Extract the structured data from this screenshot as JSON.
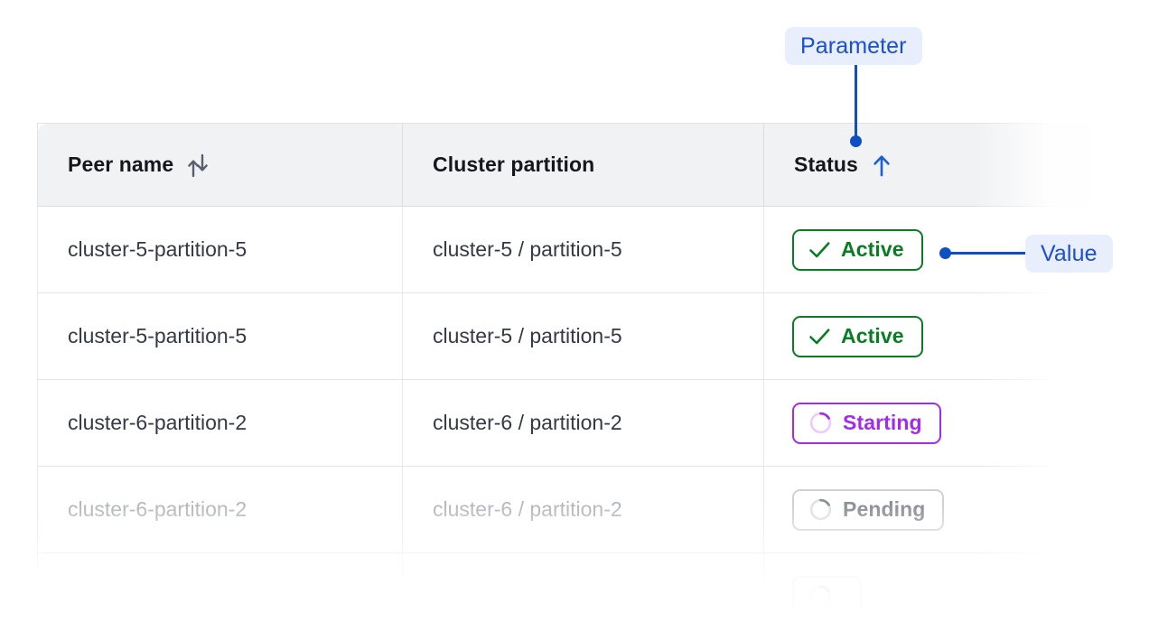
{
  "table": {
    "columns": [
      {
        "key": "peer_name",
        "label": "Peer name",
        "sort_icon": "sort-both-icon",
        "sort_state": "none"
      },
      {
        "key": "cluster_partition",
        "label": "Cluster partition",
        "sort_icon": null,
        "sort_state": "none"
      },
      {
        "key": "status",
        "label": "Status",
        "sort_icon": "arrow-up-icon",
        "sort_state": "ascending"
      }
    ],
    "rows": [
      {
        "peer_name": "cluster-5-partition-5",
        "cluster_partition": "cluster-5 / partition-5",
        "status": {
          "label": "Active",
          "variant": "active",
          "icon": "check-icon"
        },
        "dimmed": false
      },
      {
        "peer_name": "cluster-5-partition-5",
        "cluster_partition": "cluster-5 / partition-5",
        "status": {
          "label": "Active",
          "variant": "active",
          "icon": "check-icon"
        },
        "dimmed": false
      },
      {
        "peer_name": "cluster-6-partition-2",
        "cluster_partition": "cluster-6 / partition-2",
        "status": {
          "label": "Starting",
          "variant": "starting",
          "icon": "spinner-icon"
        },
        "dimmed": false
      },
      {
        "peer_name": "cluster-6-partition-2",
        "cluster_partition": "cluster-6 / partition-2",
        "status": {
          "label": "Pending",
          "variant": "pending",
          "icon": "spinner-icon"
        },
        "dimmed": true
      },
      {
        "peer_name": "",
        "cluster_partition": "",
        "status": {
          "label": "",
          "variant": "pending",
          "icon": "spinner-icon"
        },
        "dimmed": true
      }
    ]
  },
  "annotations": {
    "parameter": {
      "label": "Parameter",
      "target": "status-column-header"
    },
    "value": {
      "label": "Value",
      "target": "status-badge-row-1"
    }
  },
  "colors": {
    "accent_blue": "#0d4fc4",
    "callout_bg": "#e8eefc",
    "callout_text": "#1a4fd0",
    "status_active": "#0a7d24",
    "status_starting": "#a32bf0",
    "status_pending": "#8b9096",
    "header_bg": "#f1f2f4",
    "body_text": "#343a44",
    "dimmed_text": "#b3b7bd"
  }
}
